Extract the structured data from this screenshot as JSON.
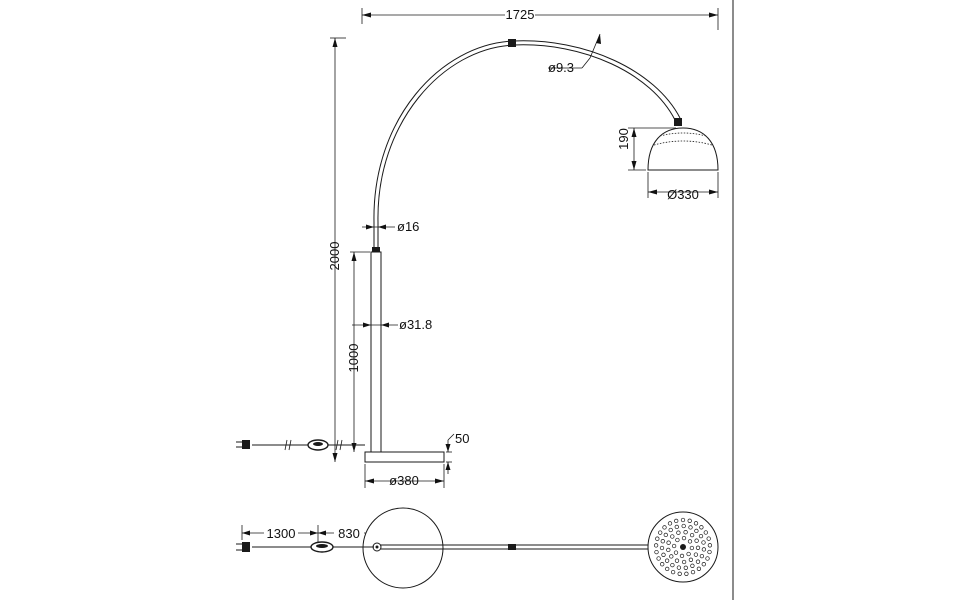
{
  "dimensions": {
    "reach": "1725",
    "arc_tube_diameter": "ø9.3",
    "shade_height": "190",
    "shade_diameter": "Ø330",
    "upper_tube_diameter": "ø16",
    "total_height": "2000",
    "lower_tube_diameter": "ø31.8",
    "lower_tube_height": "1000",
    "base_height": "50",
    "base_diameter": "ø380",
    "cord_length_to_switch": "1300",
    "switch_to_base": "830"
  },
  "colors": {
    "line": "#1a1a1a",
    "background": "#ffffff"
  }
}
